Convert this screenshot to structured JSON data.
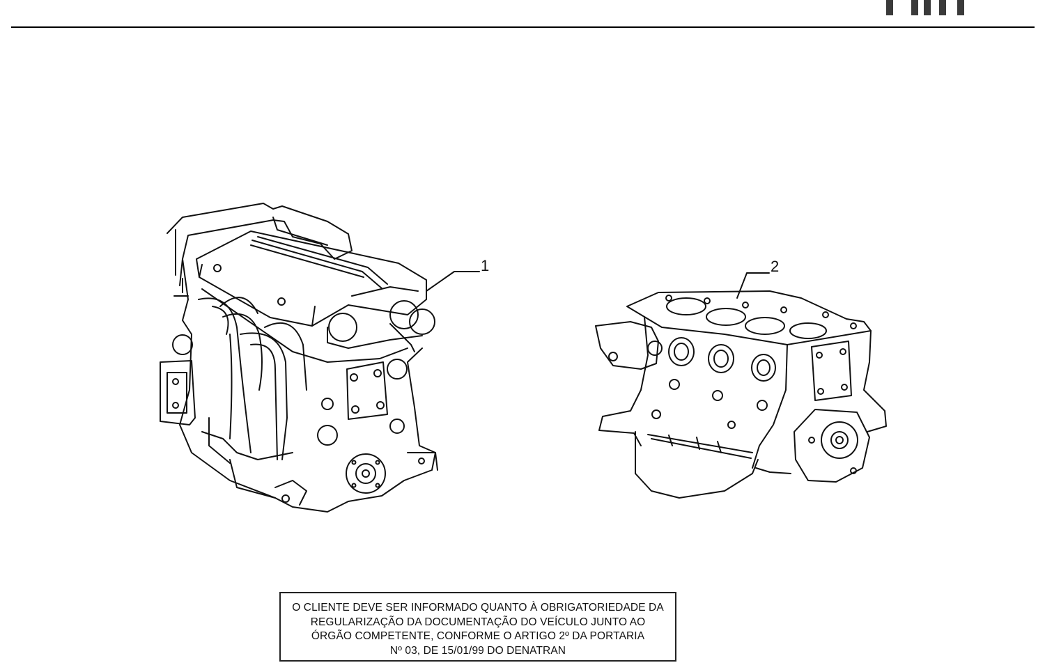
{
  "brand": {
    "logo_text": "FIAT",
    "logo_color": "#333333"
  },
  "callouts": [
    {
      "label": "1",
      "part": "engine-assembly"
    },
    {
      "label": "2",
      "part": "engine-block"
    }
  ],
  "notice": {
    "lines": [
      "O CLIENTE DEVE SER INFORMADO QUANTO À OBRIGATORIEDADE DA",
      "REGULARIZAÇÃO DA DOCUMENTAÇÃO DO VEÍCULO JUNTO AO",
      "ÓRGÃO COMPETENTE, CONFORME O ARTIGO 2º DA PORTARIA",
      "Nº 03, DE 15/01/99 DO DENATRAN"
    ]
  }
}
